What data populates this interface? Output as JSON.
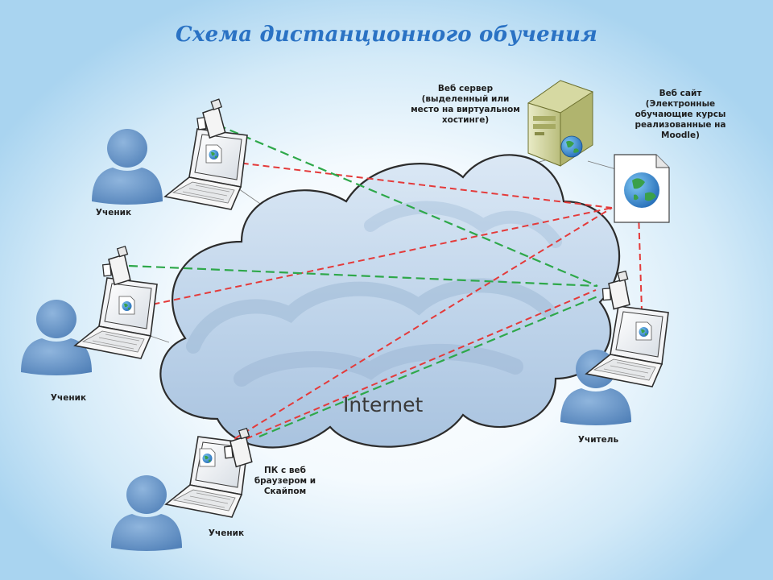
{
  "slide": {
    "title": "Схема дистанционного обучения"
  },
  "diagram": {
    "cloud_label": "Internet",
    "server_label": [
      "Веб сервер",
      "(выделенный или",
      "место на виртуальном",
      "хостинге)"
    ],
    "website_label": [
      "Веб сайт",
      "(Электронные",
      "обучающие курсы",
      "реализованные на",
      "Moodle)"
    ],
    "pc_label": [
      "ПК с веб",
      "браузером и",
      "Скайпом"
    ],
    "student_label_1": "Ученик",
    "student_label_2": "Ученик",
    "student_label_3": "Ученик",
    "teacher_label": "Учитель"
  },
  "colors": {
    "title": "#2a72c4",
    "red_link": "#e43a3a",
    "green_link": "#2ea84a",
    "person": "#5f90c6",
    "cloud_fill": "#c3d7ea"
  },
  "icons": [
    "person-icon",
    "laptop-icon",
    "webcam-icon",
    "server-icon",
    "globe-icon",
    "web-page-icon",
    "cloud-icon"
  ]
}
